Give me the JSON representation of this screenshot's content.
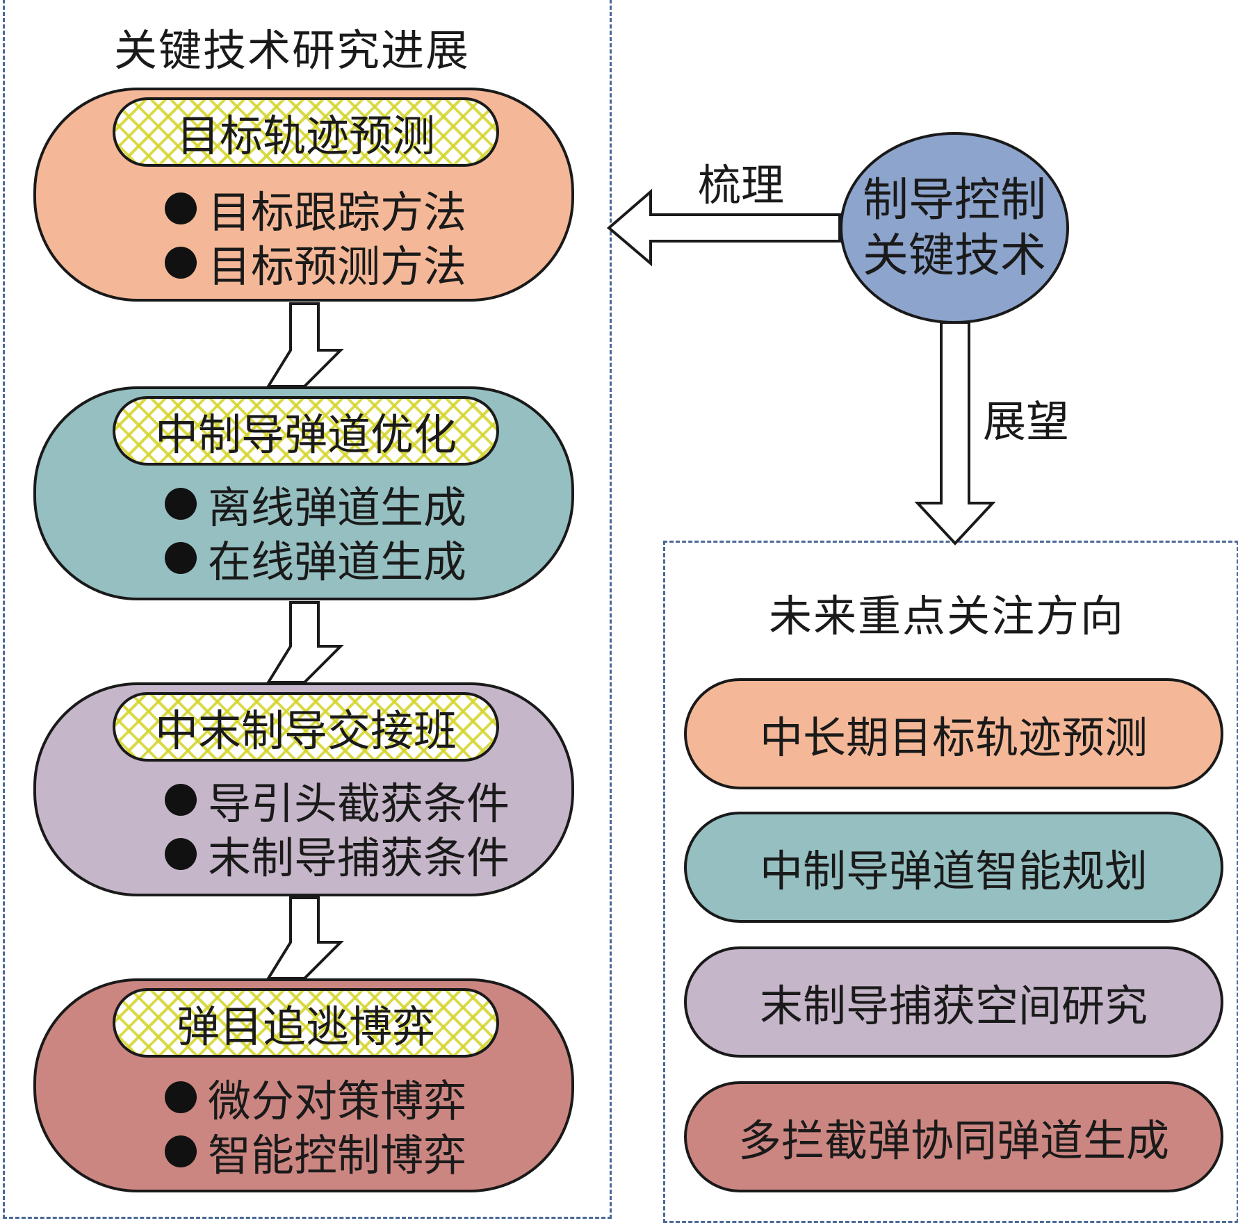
{
  "left_panel": {
    "title": "关键技术研究进展"
  },
  "stages": [
    {
      "title": "目标轨迹预测",
      "color": "#f4b898",
      "items": [
        "目标跟踪方法",
        "目标预测方法"
      ]
    },
    {
      "title": "中制导弹道优化",
      "color": "#95bfc1",
      "items": [
        "离线弹道生成",
        "在线弹道生成"
      ]
    },
    {
      "title": "中末制导交接班",
      "color": "#c6b6c9",
      "items": [
        "导引头截获条件",
        "末制导捕获条件"
      ]
    },
    {
      "title": "弹目追逃博弈",
      "color": "#cc8681",
      "items": [
        "微分对策博弈",
        "智能控制博弈"
      ]
    }
  ],
  "hub": {
    "line1": "制导控制",
    "line2": "关键技术",
    "color": "#8da5cd"
  },
  "edges": {
    "left_label": "梳理",
    "down_label": "展望"
  },
  "right_panel": {
    "title": "未来重点关注方向",
    "directions": [
      {
        "label": "中长期目标轨迹预测",
        "color": "#f4b898"
      },
      {
        "label": "中制导弹道智能规划",
        "color": "#95bfc1"
      },
      {
        "label": "末制导捕获空间研究",
        "color": "#c6b6c9"
      },
      {
        "label": "多拦截弹协同弹道生成",
        "color": "#cc8681"
      }
    ]
  },
  "colors": {
    "dash": "#4a6796",
    "pill_pattern": "#d4d428"
  }
}
